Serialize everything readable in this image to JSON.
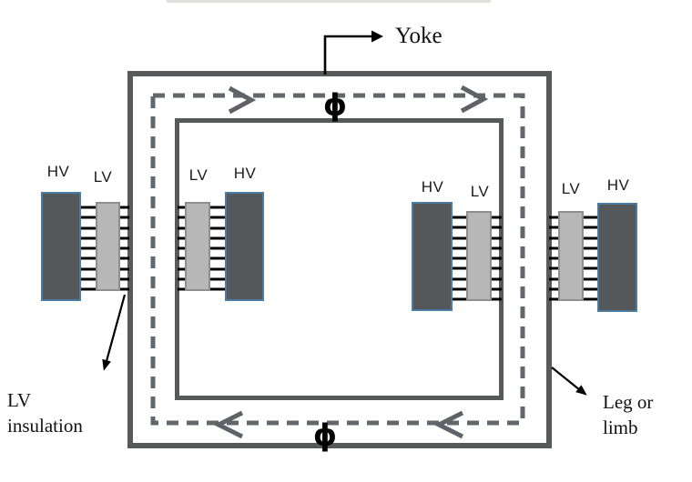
{
  "figure": {
    "description": "Core-type transformer winding arrangement with concentric HV and LV windings on two legs, yoke, and dashed magnetic flux path",
    "yoke_label": "Yoke",
    "flux_top": "ϕ",
    "flux_bottom": "ϕ",
    "lv_insulation": {
      "line1": "LV",
      "line2": "insulation"
    },
    "leg": {
      "line1": "Leg or",
      "line2": "limb"
    },
    "winding_labels": [
      {
        "id": "left-outer-hv",
        "text": "HV"
      },
      {
        "id": "left-outer-lv",
        "text": "LV"
      },
      {
        "id": "left-inner-lv",
        "text": "LV"
      },
      {
        "id": "left-inner-hv",
        "text": "HV"
      },
      {
        "id": "right-inner-hv",
        "text": "HV"
      },
      {
        "id": "right-inner-lv",
        "text": "LV"
      },
      {
        "id": "right-outer-lv",
        "text": "LV"
      },
      {
        "id": "right-outer-hv",
        "text": "HV"
      }
    ],
    "colors": {
      "core_outline": "#58595b",
      "flux_path": "#63666a",
      "hv_winding_fill": "#55585b",
      "hv_winding_border": "#4a7ba0",
      "lv_winding_fill": "#b7b7b7",
      "lv_winding_border": "#8f8f8f",
      "hatch_lines": "#000000",
      "annotation_text": "#111111"
    }
  }
}
